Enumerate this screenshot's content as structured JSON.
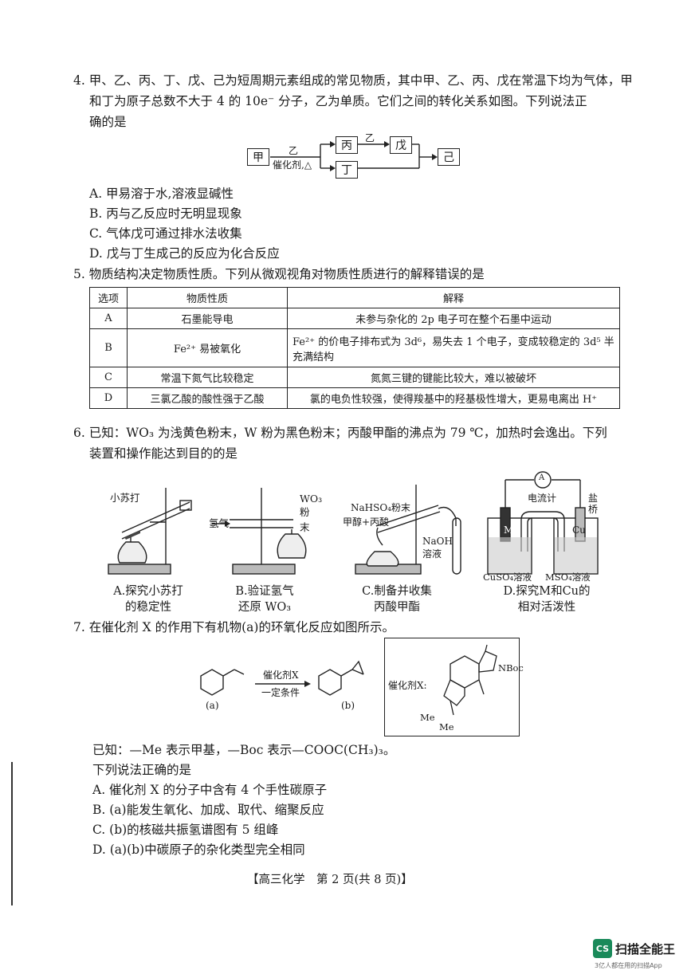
{
  "q4": {
    "stem": [
      "4. 甲、乙、丙、丁、戊、己为短周期元素组成的常见物质，其中甲、乙、丙、戊在常温下均为气体，甲",
      "和丁为原子总数不大于 4 的 10e⁻ 分子，乙为单质。它们之间的转化关系如图。下列说法正",
      "确的是"
    ],
    "diagram": {
      "jia": "甲",
      "yi_top": "乙",
      "condition": "催化剂,△",
      "bing": "丙",
      "yi2": "乙",
      "wu": "戊",
      "ding": "丁",
      "ji": "己"
    },
    "options": [
      "A. 甲易溶于水,溶液显碱性",
      "B. 丙与乙反应时无明显现象",
      "C. 气体戊可通过排水法收集",
      "D. 戊与丁生成己的反应为化合反应"
    ]
  },
  "q5": {
    "stem": "5. 物质结构决定物质性质。下列从微观视角对物质性质进行的解释错误的是",
    "headers": [
      "选项",
      "物质性质",
      "解释"
    ],
    "rows": [
      {
        "opt": "A",
        "prop": "石墨能导电",
        "expl": "未参与杂化的 2p 电子可在整个石墨中运动"
      },
      {
        "opt": "B",
        "prop": "Fe²⁺ 易被氧化",
        "expl": "Fe²⁺ 的价电子排布式为 3d⁶，易失去 1 个电子，变成较稳定的 3d⁵ 半充满结构"
      },
      {
        "opt": "C",
        "prop": "常温下氮气比较稳定",
        "expl": "氮氮三键的键能比较大，难以被破坏"
      },
      {
        "opt": "D",
        "prop": "三氯乙酸的酸性强于乙酸",
        "expl": "氯的电负性较强，使得羧基中的羟基极性增大，更易电离出 H⁺"
      }
    ]
  },
  "q6": {
    "stem": [
      "6. 已知：WO₃ 为浅黄色粉末，W 粉为黑色粉末；丙酸甲酯的沸点为 79 ℃，加热时会逸出。下列",
      "装置和操作能达到目的的是"
    ],
    "labels": {
      "a": "小苏打",
      "b1": "氢气",
      "b2": "WO₃",
      "b3": "粉末",
      "c1": "NaHSO₄粉末",
      "c2": "甲醇+丙酸",
      "c3": "NaOH",
      "c4": "溶液",
      "d1": "电流计",
      "d2": "盐",
      "d3": "桥",
      "d4": "M",
      "d5": "Cu",
      "d6": "CuSO₄溶液",
      "d7": "MSO₄溶液",
      "ammeter": "A"
    },
    "captions": [
      [
        "A.探究小苏打",
        "的稳定性"
      ],
      [
        "B.验证氢气",
        "还原 WO₃"
      ],
      [
        "C.制备并收集",
        "丙酸甲酯"
      ],
      [
        "D.探究M和Cu的",
        "相对活泼性"
      ]
    ]
  },
  "q7": {
    "stem": "7. 在催化剂 X 的作用下有机物(a)的环氧化反应如图所示。",
    "arrow_top": "催化剂X",
    "arrow_bottom": "一定条件",
    "label_a": "(a)",
    "label_b": "(b)",
    "catalyst_label": "催化剂X:",
    "nboc": "NBoc",
    "me1": "Me",
    "me2": "Me",
    "known": "已知：—Me 表示甲基，—Boc 表示—COOC(CH₃)₃。",
    "prompt": "下列说法正确的是",
    "options": [
      "A. 催化剂 X 的分子中含有 4 个手性碳原子",
      "B. (a)能发生氧化、加成、取代、缩聚反应",
      "C. (b)的核磁共振氢谱图有 5 组峰",
      "D. (a)(b)中碳原子的杂化类型完全相同"
    ]
  },
  "footer": "【高三化学　第 2 页(共 8 页)】",
  "watermark": {
    "logo": "CS",
    "name": "扫描全能王",
    "sub": "3亿人都在用的扫描App"
  }
}
